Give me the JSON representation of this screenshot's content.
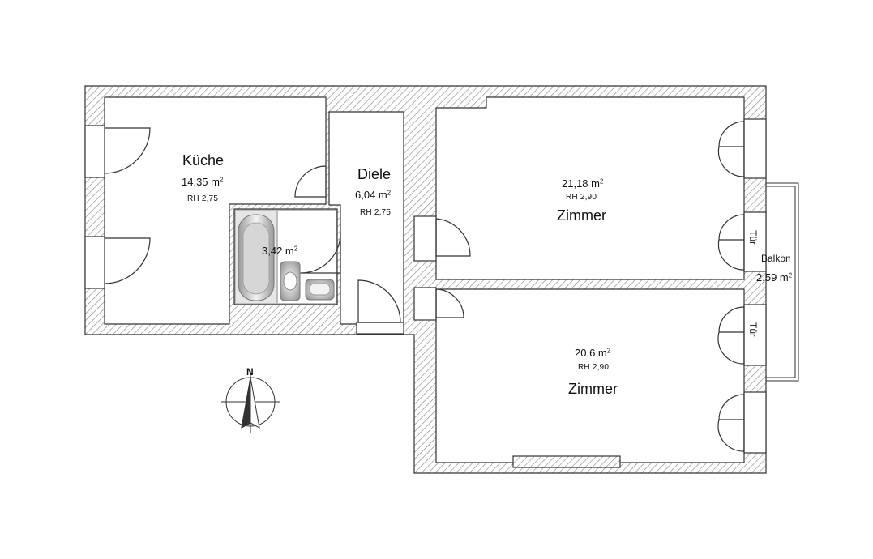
{
  "rooms": {
    "kueche": {
      "name": "Küche",
      "area": "14,35 m",
      "rh": "RH 2,75"
    },
    "diele": {
      "name": "Diele",
      "area": "6,04 m",
      "rh": "RH 2,75"
    },
    "bad": {
      "area": "3,42 m"
    },
    "zimmer1": {
      "name": "Zimmer",
      "area": "21,18 m",
      "rh": "RH 2,90"
    },
    "zimmer2": {
      "name": "Zimmer",
      "area": "20,6 m",
      "rh": "RH 2,90"
    },
    "balkon": {
      "name": "Balkon",
      "area": "2,59 m"
    }
  },
  "doors": {
    "tuer_upper": "Tür",
    "tuer_lower": "Tür"
  },
  "compass": {
    "north": "N"
  },
  "unit_sup": "2",
  "colors": {
    "wall_line": "#333333",
    "hatch": "#8a8a8a",
    "background": "#ffffff"
  },
  "icons": {
    "compass": "north-arrow-icon",
    "bathtub": "bathtub-icon",
    "toilet": "toilet-icon",
    "sink": "sink-icon"
  }
}
